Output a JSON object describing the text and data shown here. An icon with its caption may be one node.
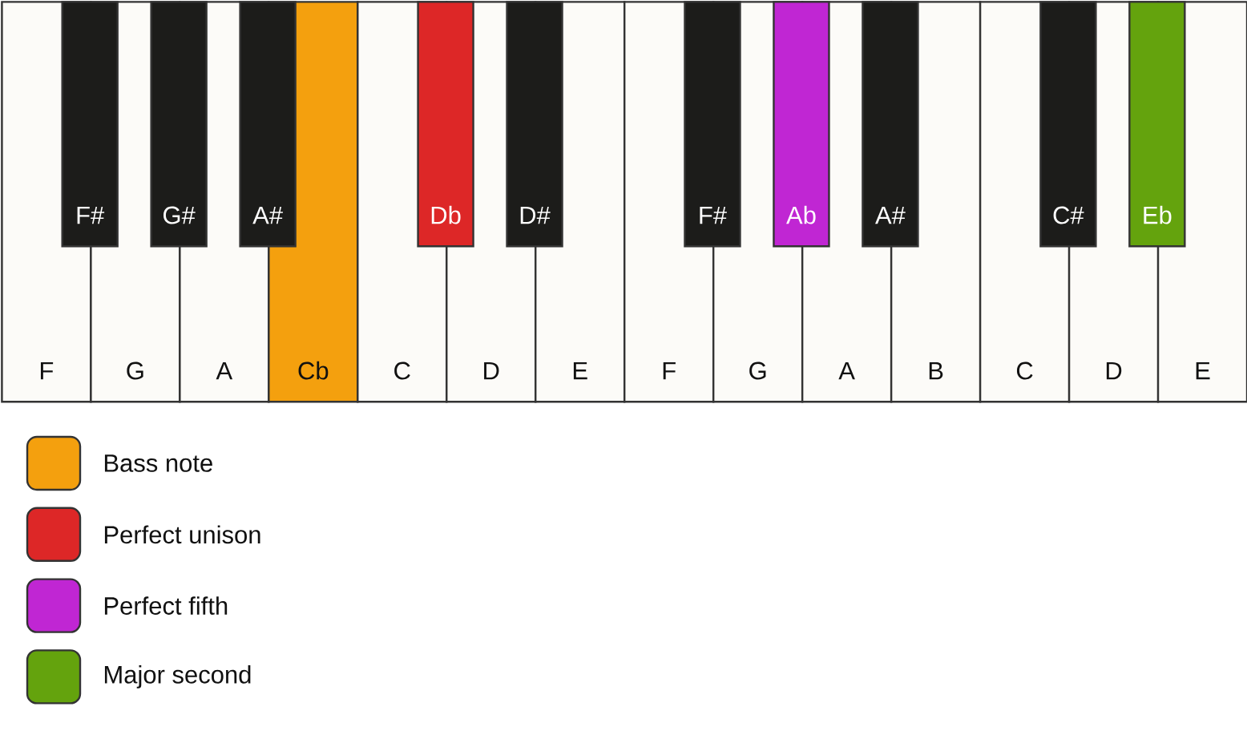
{
  "diagram": {
    "nodes": [
      {
        "text": [
          "F#"
        ]
      },
      {
        "text": [
          "G#"
        ]
      },
      {
        "text": [
          "A#"
        ]
      },
      {
        "text": [
          "Db"
        ]
      },
      {
        "text": [
          "D#"
        ]
      },
      {
        "text": [
          "F#"
        ]
      },
      {
        "text": [
          "Ab"
        ]
      },
      {
        "text": [
          "A#"
        ]
      },
      {
        "text": [
          "C#"
        ]
      },
      {
        "text": [
          "Eb"
        ]
      },
      {
        "text": [
          "F"
        ]
      },
      {
        "text": [
          "G"
        ]
      },
      {
        "text": [
          "A"
        ]
      },
      {
        "text": [
          "Cb"
        ]
      },
      {
        "text": [
          "C"
        ]
      },
      {
        "text": [
          "D"
        ]
      },
      {
        "text": [
          "E"
        ]
      },
      {
        "text": [
          "F"
        ]
      },
      {
        "text": [
          "G"
        ]
      },
      {
        "text": [
          "A"
        ]
      },
      {
        "text": [
          "B"
        ]
      },
      {
        "text": [
          "C"
        ]
      },
      {
        "text": [
          "D"
        ]
      },
      {
        "text": [
          "E"
        ]
      }
    ],
    "legend": [
      {
        "text": "Bass note",
        "color": "#f4a00e"
      },
      {
        "text": "Perfect unison",
        "color": "#dd2727"
      },
      {
        "text": "Perfect fifth",
        "color": "#c026d3"
      },
      {
        "text": "Major second",
        "color": "#64a30d"
      }
    ]
  }
}
